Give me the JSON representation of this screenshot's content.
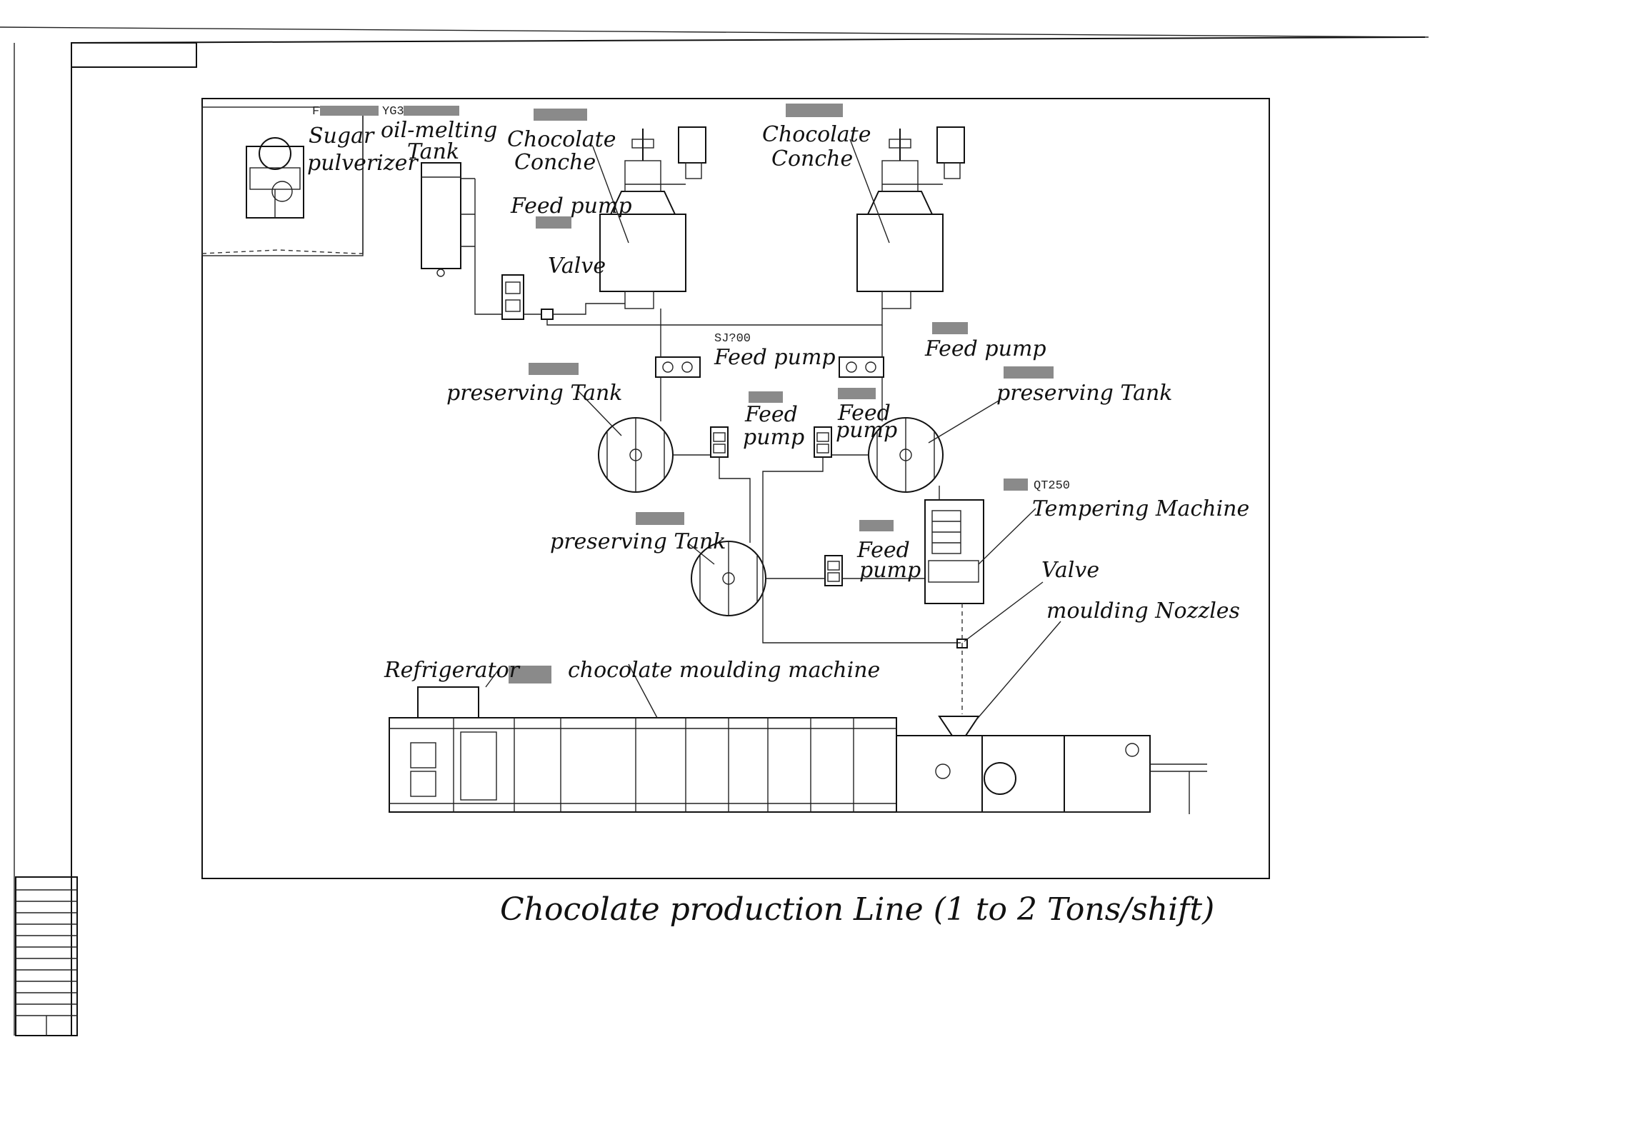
{
  "labels": {
    "sugar_pulverizer": [
      "Sugar",
      "pulverizer"
    ],
    "oil_melting_tank": [
      "oil-melting",
      "Tank"
    ],
    "conche_left": [
      "Chocolate",
      "Conche"
    ],
    "conche_right": [
      "Chocolate",
      "Conche"
    ],
    "feed_pump_top": "Feed pump",
    "valve_top": "Valve",
    "feed_pump_mid_left": "Feed pump",
    "feed_pump_mid_right": "Feed pump",
    "preserving_tank_left": "preserving Tank",
    "preserving_tank_right": "preserving Tank",
    "preserving_tank_lower": "preserving Tank",
    "feed_pump_a": [
      "Feed",
      "pump"
    ],
    "feed_pump_b": [
      "Feed",
      "pump"
    ],
    "feed_pump_c": [
      "Feed",
      "pump"
    ],
    "tempering_machine": "Tempering Machine",
    "valve_right": "Valve",
    "moulding_nozzles": "moulding Nozzles",
    "refrigerator": "Refrigerator",
    "moulding_machine": "chocolate moulding machine"
  },
  "model_codes": {
    "oil_tank_code": "YG3",
    "feed_pump_mid_code": "SJ?00",
    "tempering_code": "QT250",
    "pulverizer_code": "F"
  },
  "caption": "Chocolate production Line (1 to 2 Tons/shift)"
}
